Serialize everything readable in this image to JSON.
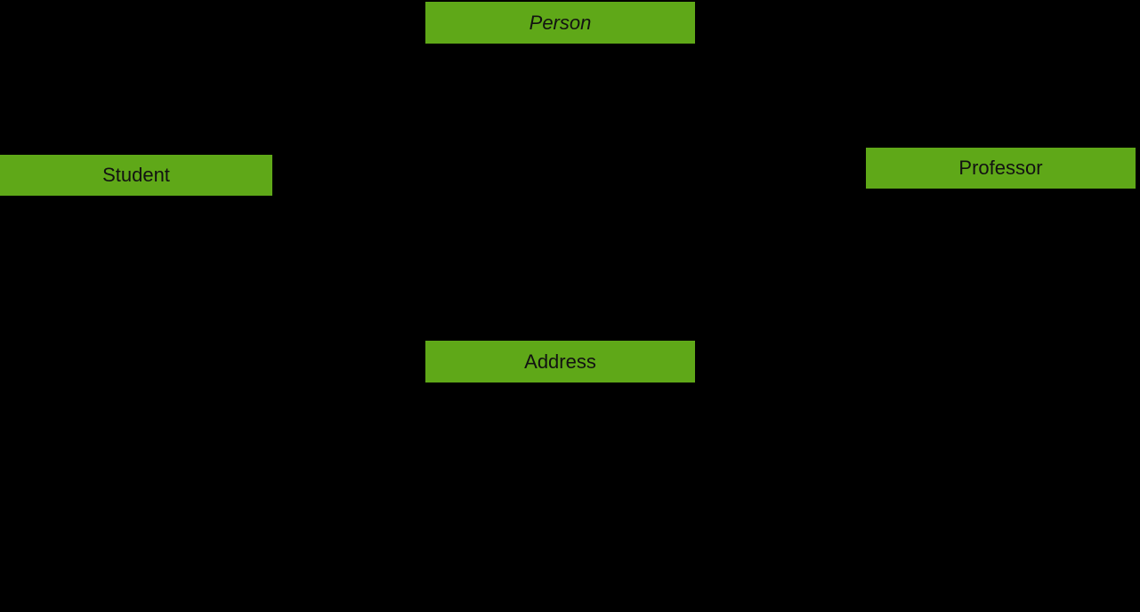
{
  "colors": {
    "background": "#000000",
    "node_fill": "#5fa818",
    "node_text": "#121212"
  },
  "diagram": {
    "type": "uml-class-diagram",
    "nodes": {
      "person": {
        "label": "Person",
        "abstract": true
      },
      "student": {
        "label": "Student",
        "abstract": false
      },
      "professor": {
        "label": "Professor",
        "abstract": false
      },
      "address": {
        "label": "Address",
        "abstract": false
      }
    }
  }
}
